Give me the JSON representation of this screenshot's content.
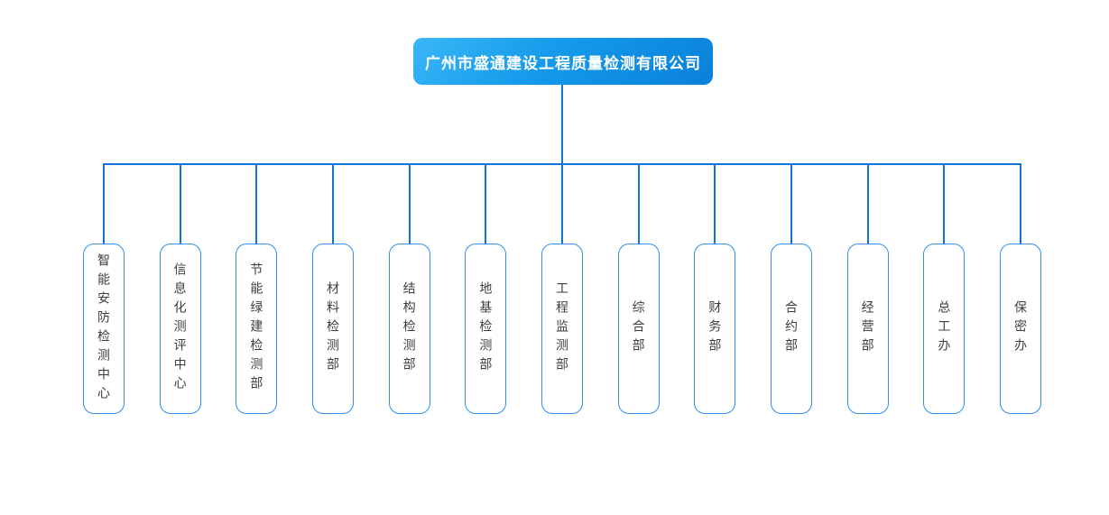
{
  "org_chart": {
    "type": "organization-chart",
    "root": {
      "label": "广州市盛通建设工程质量检测有限公司"
    },
    "departments": [
      {
        "label": "智能安防检测中心"
      },
      {
        "label": "信息化测评中心"
      },
      {
        "label": "节能绿建检测部"
      },
      {
        "label": "材料检测部"
      },
      {
        "label": "结构检测部"
      },
      {
        "label": "地基检测部"
      },
      {
        "label": "工程监测部"
      },
      {
        "label": "综合部"
      },
      {
        "label": "财务部"
      },
      {
        "label": "合约部"
      },
      {
        "label": "经营部"
      },
      {
        "label": "总工办"
      },
      {
        "label": "保密办"
      }
    ],
    "colors": {
      "connector": "#1373d6",
      "box_border": "#2f8ef0",
      "root_gradient_start": "#3ab7f7",
      "root_gradient_end": "#0a80da",
      "root_text": "#ffffff",
      "department_text": "#3d3d3d",
      "background": "#ffffff"
    }
  }
}
